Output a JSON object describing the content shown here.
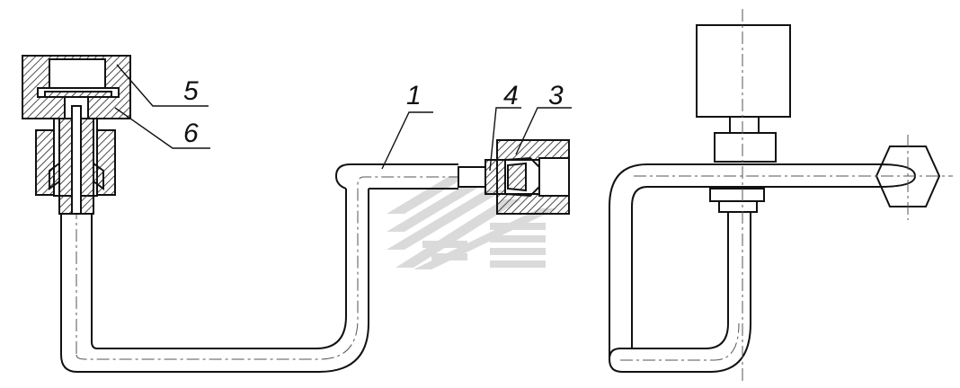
{
  "callouts": [
    {
      "id": "c1",
      "label": "1"
    },
    {
      "id": "c3",
      "label": "3"
    },
    {
      "id": "c4",
      "label": "4"
    },
    {
      "id": "c5",
      "label": "5"
    },
    {
      "id": "c6",
      "label": "6"
    }
  ],
  "colors": {
    "line": "#111111",
    "hatch": "#222222",
    "centerline": "#666666",
    "watermark": "#d9d9d9",
    "background": "#ffffff"
  },
  "icons": [
    "watermark-logo-icon"
  ]
}
